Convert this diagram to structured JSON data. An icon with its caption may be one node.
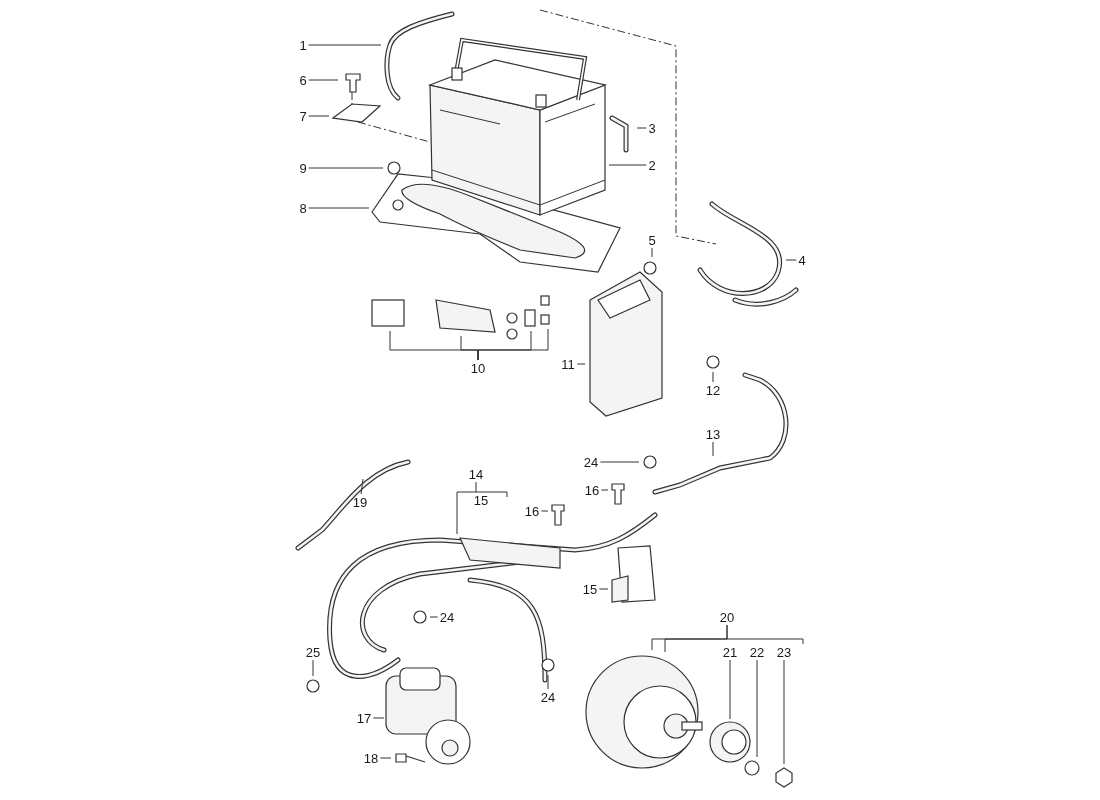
{
  "diagram": {
    "nodes": [
      {
        "text": [
          "1"
        ]
      },
      {
        "text": [
          "6"
        ]
      },
      {
        "text": [
          "7"
        ]
      },
      {
        "text": [
          "9"
        ]
      },
      {
        "text": [
          "8"
        ]
      },
      {
        "text": [
          "3"
        ]
      },
      {
        "text": [
          "2"
        ]
      },
      {
        "text": [
          "4"
        ]
      },
      {
        "text": [
          "5"
        ]
      },
      {
        "text": [
          "10"
        ]
      },
      {
        "text": [
          "11"
        ]
      },
      {
        "text": [
          "12"
        ]
      },
      {
        "text": [
          "13"
        ]
      },
      {
        "text": [
          "24"
        ]
      },
      {
        "text": [
          "16"
        ]
      },
      {
        "text": [
          "16"
        ]
      },
      {
        "text": [
          "14"
        ]
      },
      {
        "text": [
          "19"
        ]
      },
      {
        "text": [
          "15"
        ]
      },
      {
        "text": [
          "24"
        ]
      },
      {
        "text": [
          "25"
        ]
      },
      {
        "text": [
          "17"
        ]
      },
      {
        "text": [
          "18"
        ]
      },
      {
        "text": [
          "24"
        ]
      },
      {
        "text": [
          "20"
        ]
      },
      {
        "text": [
          "21"
        ]
      },
      {
        "text": [
          "22"
        ]
      },
      {
        "text": [
          "23"
        ]
      }
    ],
    "edges": [
      {
        "from": 0,
        "to": null,
        "arrow": "none"
      },
      {
        "from": 1,
        "to": null,
        "arrow": "none"
      },
      {
        "from": 2,
        "to": null,
        "arrow": "none"
      },
      {
        "from": 3,
        "to": null,
        "arrow": "none"
      },
      {
        "from": 4,
        "to": null,
        "arrow": "none"
      },
      {
        "from": 5,
        "to": null,
        "arrow": "none"
      },
      {
        "from": 6,
        "to": null,
        "arrow": "none"
      },
      {
        "from": 7,
        "to": null,
        "arrow": "none"
      },
      {
        "from": 8,
        "to": null,
        "arrow": "none"
      },
      {
        "from": 9,
        "to": null,
        "arrow": "none"
      },
      {
        "from": 9,
        "to": null,
        "arrow": "none"
      },
      {
        "from": 9,
        "to": null,
        "arrow": "none"
      },
      {
        "from": 9,
        "to": null,
        "arrow": "none"
      },
      {
        "from": 10,
        "to": null,
        "arrow": "none"
      },
      {
        "from": 11,
        "to": null,
        "arrow": "none"
      },
      {
        "from": 12,
        "to": null,
        "arrow": "none"
      },
      {
        "from": 13,
        "to": null,
        "arrow": "none"
      },
      {
        "from": 14,
        "to": null,
        "arrow": "none"
      },
      {
        "from": 15,
        "to": null,
        "arrow": "none"
      },
      {
        "from": 16,
        "to": null,
        "arrow": "none"
      },
      {
        "from": 17,
        "to": null,
        "arrow": "none"
      },
      {
        "from": 18,
        "to": null,
        "arrow": "none"
      },
      {
        "from": 19,
        "to": null,
        "arrow": "none"
      },
      {
        "from": 20,
        "to": null,
        "arrow": "none"
      },
      {
        "from": 21,
        "to": null,
        "arrow": "none"
      },
      {
        "from": 22,
        "to": null,
        "arrow": "none"
      },
      {
        "from": 23,
        "to": null,
        "arrow": "none"
      },
      {
        "from": 24,
        "to": null,
        "arrow": "none"
      },
      {
        "from": 24,
        "to": null,
        "arrow": "none"
      },
      {
        "from": 25,
        "to": null,
        "arrow": "none"
      },
      {
        "from": 26,
        "to": null,
        "arrow": "none"
      },
      {
        "from": 27,
        "to": null,
        "arrow": "none"
      }
    ],
    "labels": [
      "15"
    ]
  }
}
